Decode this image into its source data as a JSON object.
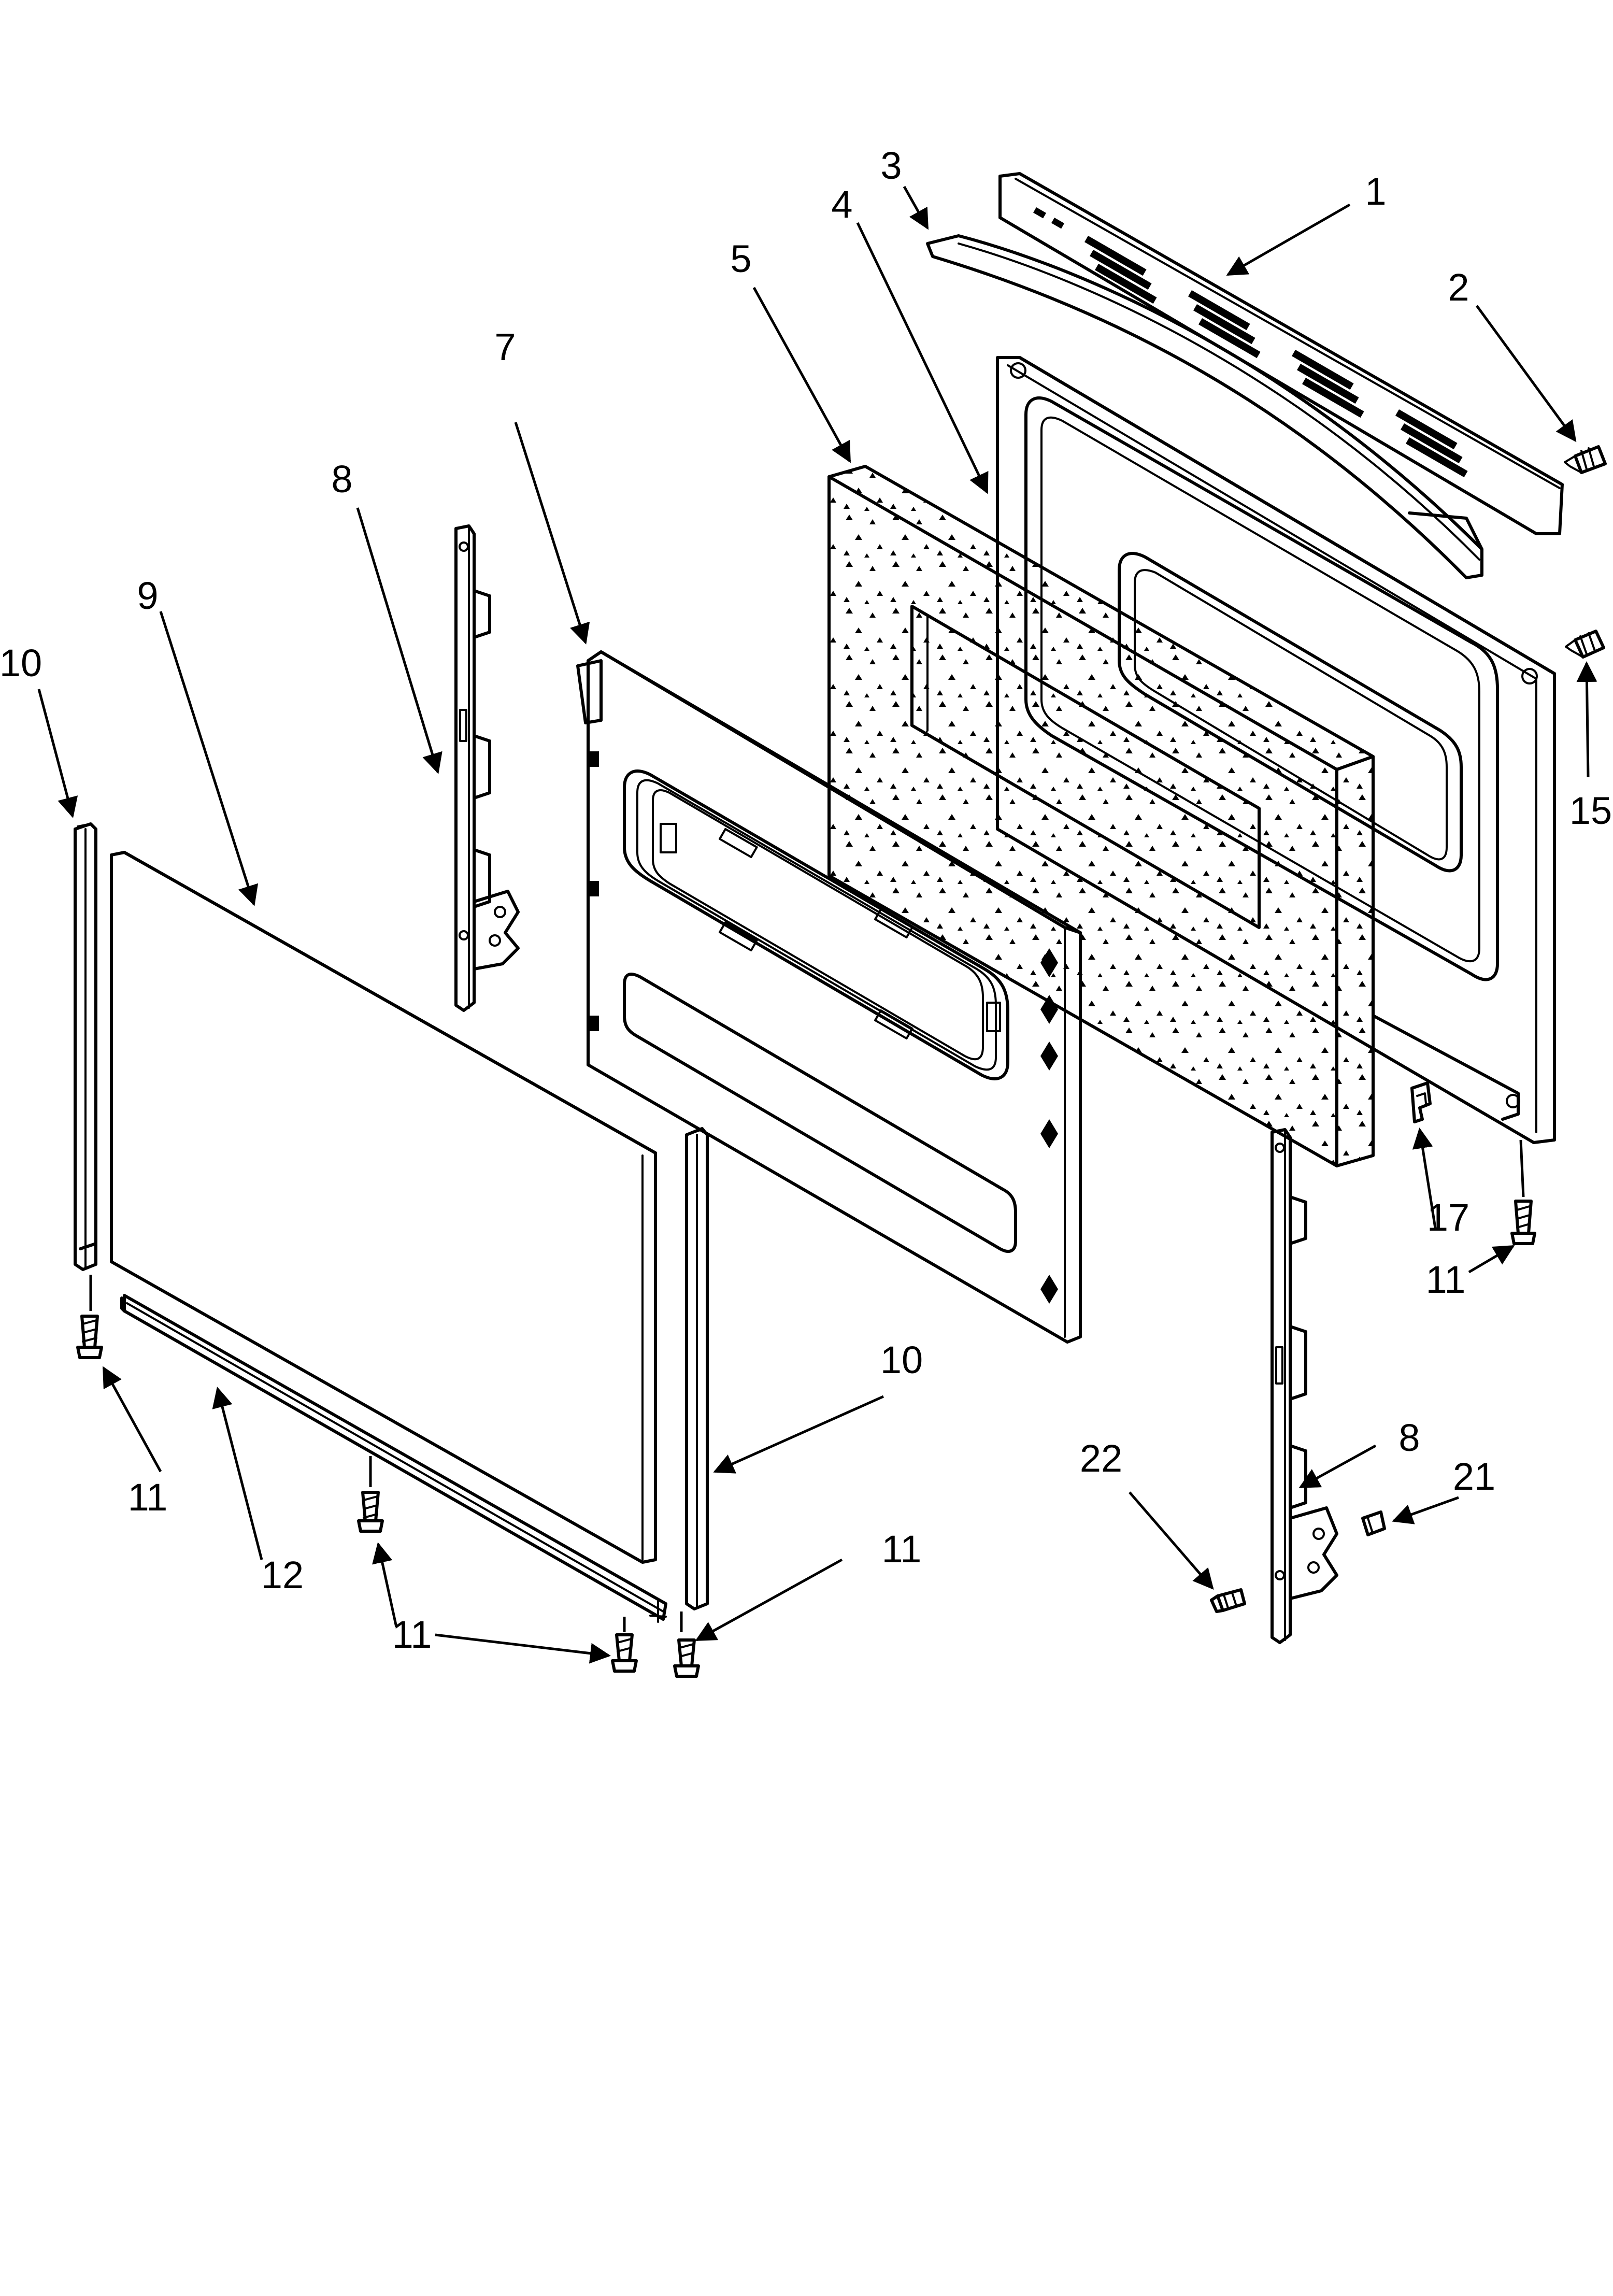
{
  "callouts": [
    {
      "id": "c1",
      "text": "1"
    },
    {
      "id": "c2",
      "text": "2"
    },
    {
      "id": "c3",
      "text": "3"
    },
    {
      "id": "c4",
      "text": "4"
    },
    {
      "id": "c5",
      "text": "5"
    },
    {
      "id": "c7",
      "text": "7"
    },
    {
      "id": "c8a",
      "text": "8"
    },
    {
      "id": "c9",
      "text": "9"
    },
    {
      "id": "c10a",
      "text": "10"
    },
    {
      "id": "c15",
      "text": "15"
    },
    {
      "id": "c17",
      "text": "17"
    },
    {
      "id": "c11a",
      "text": "11"
    },
    {
      "id": "c10b",
      "text": "10"
    },
    {
      "id": "c8b",
      "text": "8"
    },
    {
      "id": "c21",
      "text": "21"
    },
    {
      "id": "c22",
      "text": "22"
    },
    {
      "id": "c11b",
      "text": "11"
    },
    {
      "id": "c12",
      "text": "12"
    },
    {
      "id": "c11c",
      "text": "11"
    },
    {
      "id": "c11d",
      "text": "11"
    }
  ]
}
